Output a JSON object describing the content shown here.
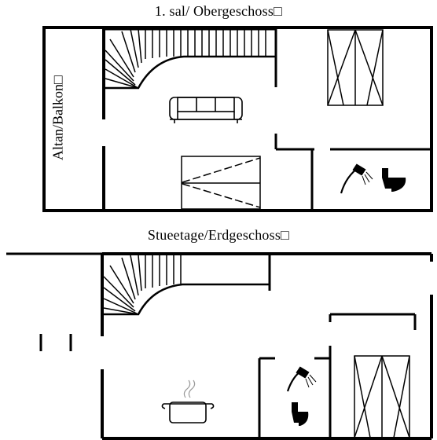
{
  "floors": {
    "upper": {
      "title": "1. sal/ Obergeschoss□"
    },
    "lower": {
      "title": "Stueetage/Erdgeschoss□"
    }
  },
  "rooms": {
    "balcony": {
      "label": "Altan/Balkon□"
    }
  },
  "colors": {
    "wall": "#000000",
    "background": "#ffffff"
  },
  "icons": [
    "staircase",
    "sofa-icon",
    "bed-icon",
    "shower-icon",
    "toilet-icon",
    "wardrobe-icon",
    "cooking-pot-icon"
  ]
}
